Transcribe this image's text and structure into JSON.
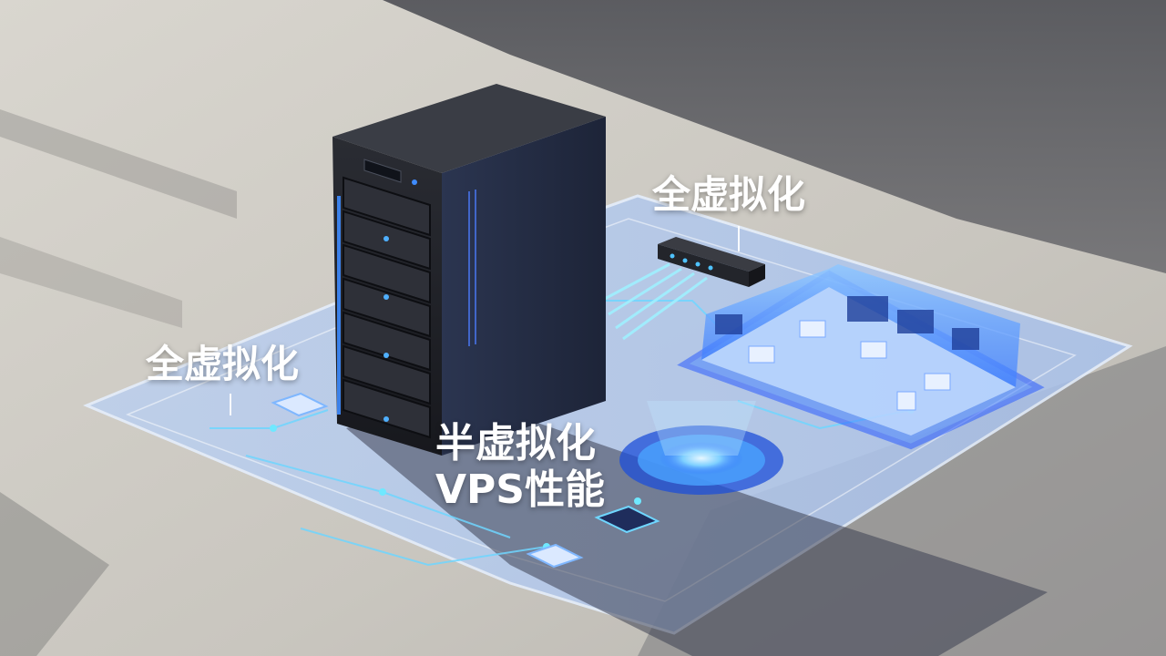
{
  "scene": {
    "background_color": "#a9a7a2",
    "holo_color": "#3b7cff",
    "glow_color": "#7fd0ff"
  },
  "labels": {
    "top_right": "全虚拟化",
    "left": "全虚拟化",
    "center_line1": "半虚拟化",
    "center_line2": "VPS性能"
  },
  "icons": [
    "server-tower-icon",
    "network-switch-icon",
    "hologram-room-icon",
    "hologram-pedestal-icon",
    "chip-icon"
  ]
}
